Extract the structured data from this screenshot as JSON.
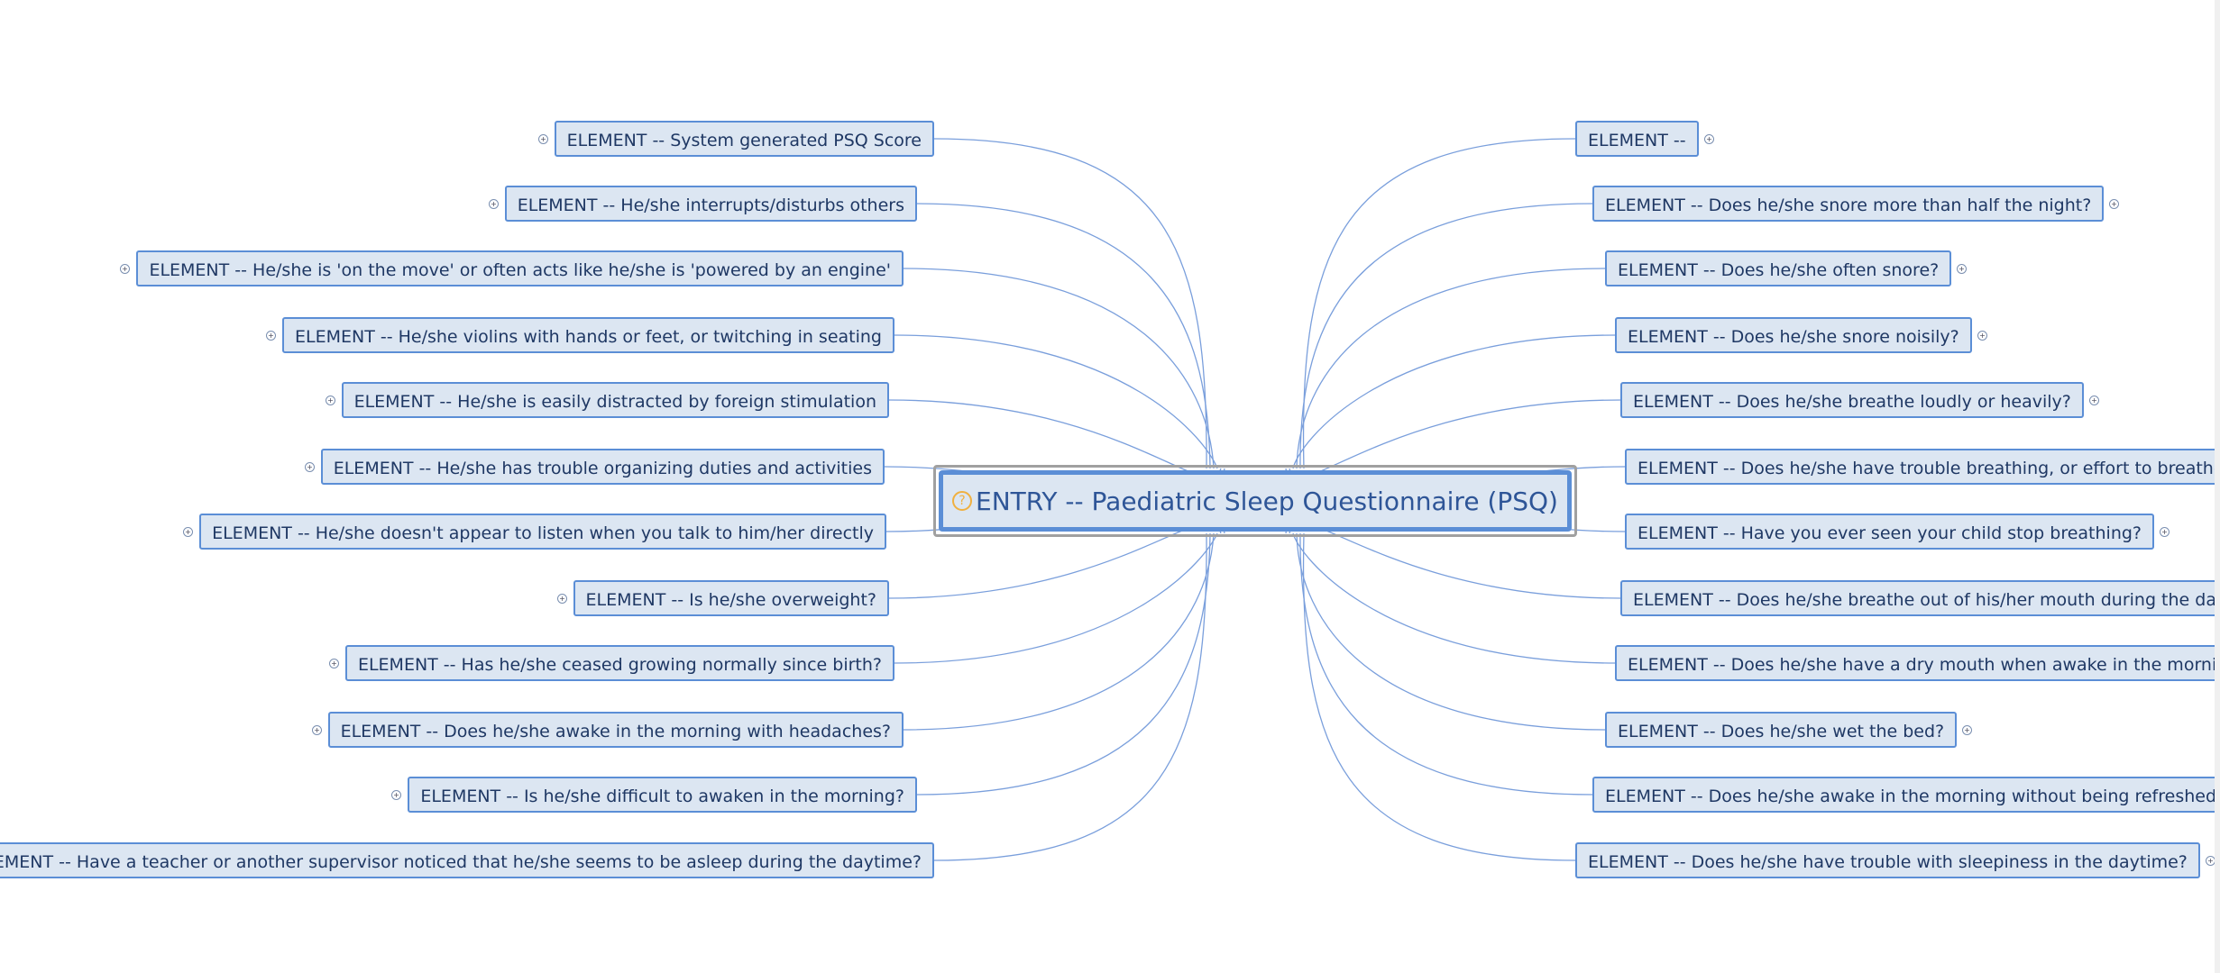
{
  "center": {
    "label": "ENTRY -- Paediatric Sleep Questionnaire (PSQ)",
    "icon": "question-icon"
  },
  "left_nodes": [
    "ELEMENT -- System generated PSQ Score",
    "ELEMENT -- He/she interrupts/disturbs others",
    "ELEMENT -- He/she is 'on the move' or often acts like he/she is 'powered by an engine'",
    "ELEMENT -- He/she violins with hands or feet, or twitching in seating",
    "ELEMENT -- He/she is easily distracted by foreign stimulation",
    "ELEMENT -- He/she has trouble organizing duties and activities",
    "ELEMENT -- He/she doesn't appear to listen when you talk to him/her directly",
    "ELEMENT -- Is he/she overweight?",
    "ELEMENT -- Has he/she ceased growing normally since birth?",
    "ELEMENT -- Does he/she awake in the morning with headaches?",
    "ELEMENT -- Is he/she difficult to awaken in the morning?",
    "ELEMENT -- Have a teacher or another supervisor noticed that he/she seems to be asleep during the daytime?"
  ],
  "right_nodes": [
    "ELEMENT --",
    "ELEMENT -- Does he/she snore more than half the night?",
    "ELEMENT -- Does he/she often snore?",
    "ELEMENT -- Does he/she snore noisily?",
    "ELEMENT -- Does he/she breathe loudly or heavily?",
    "ELEMENT -- Does he/she have trouble breathing, or effort to breathe?",
    "ELEMENT -- Have you ever seen your child stop breathing?",
    "ELEMENT -- Does he/she breathe out of his/her mouth during the day?",
    "ELEMENT -- Does he/she have a dry mouth when awake in the morning?",
    "ELEMENT -- Does he/she wet the bed?",
    "ELEMENT -- Does he/she awake in the morning without being refreshed?",
    "ELEMENT -- Does he/she have trouble with sleepiness in the daytime?"
  ],
  "colors": {
    "node_fill": "#dce6f2",
    "node_border": "#5b8ed6",
    "link": "#7a9fdc",
    "text": "#1f3864"
  }
}
